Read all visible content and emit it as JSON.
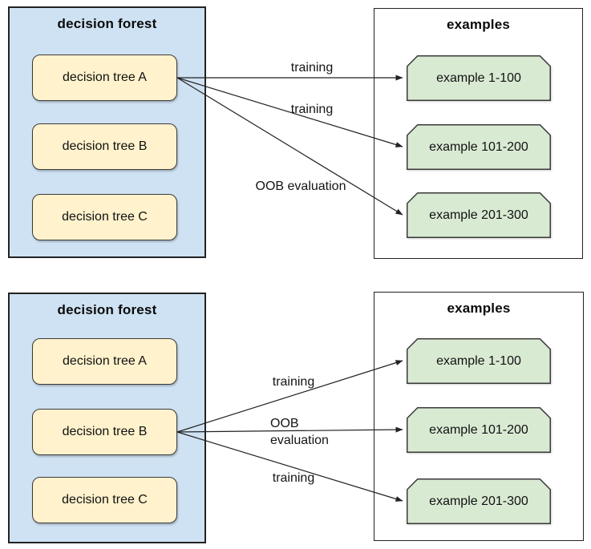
{
  "colors": {
    "background": "#ffffff",
    "forest_fill": "#cfe2f3",
    "tree_fill": "#fff2cc",
    "example_fill": "#d9ead3",
    "container_border": "#222222",
    "node_border": "#3a3a3a",
    "arrow": "#212121",
    "text": "#111111"
  },
  "panels": [
    {
      "forest": {
        "title": "decision forest",
        "trees": [
          "decision tree A",
          "decision tree B",
          "decision tree C"
        ]
      },
      "examples": {
        "title": "examples",
        "items": [
          "example 1-100",
          "example 101-200",
          "example 201-300"
        ]
      },
      "arrow_source": "decision tree A",
      "arrows": [
        {
          "label": "training",
          "target": "example 1-100"
        },
        {
          "label": "training",
          "target": "example 101-200"
        },
        {
          "label": "OOB evaluation",
          "target": "example 201-300"
        }
      ]
    },
    {
      "forest": {
        "title": "decision forest",
        "trees": [
          "decision tree A",
          "decision tree B",
          "decision tree C"
        ]
      },
      "examples": {
        "title": "examples",
        "items": [
          "example 1-100",
          "example 101-200",
          "example 201-300"
        ]
      },
      "arrow_source": "decision tree B",
      "arrows": [
        {
          "label": "training",
          "target": "example 1-100"
        },
        {
          "label": "OOB evaluation",
          "target": "example 101-200"
        },
        {
          "label": "training",
          "target": "example 201-300"
        }
      ]
    }
  ]
}
